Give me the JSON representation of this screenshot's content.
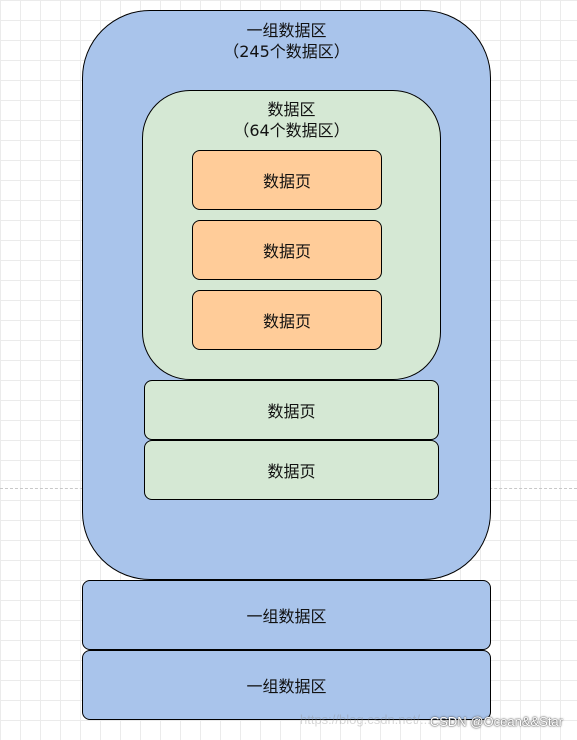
{
  "diagram": {
    "outer_group": {
      "title": "一组数据区",
      "subtitle": "（245个数据区）"
    },
    "extent": {
      "title": "数据区",
      "subtitle": "（64个数据区）"
    },
    "extent_pages": [
      "数据页",
      "数据页",
      "数据页"
    ],
    "extra_pages": [
      "数据页",
      "数据页"
    ],
    "groups": [
      "一组数据区",
      "一组数据区"
    ]
  },
  "colors": {
    "group": "#a9c4eb",
    "extent": "#d5e8d4",
    "page": "#ffcc99"
  },
  "watermark": {
    "url": "https://blog.csdn.net/...",
    "text": "CSDN @Ocean&&Star"
  }
}
